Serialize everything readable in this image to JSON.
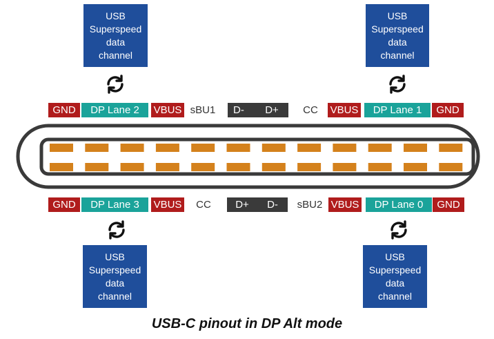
{
  "boxes": {
    "top_left": [
      "USB",
      "Superspeed",
      "data",
      "channel"
    ],
    "top_right": [
      "USB",
      "Superspeed",
      "data",
      "channel"
    ],
    "bottom_left": [
      "USB",
      "Superspeed",
      "data",
      "channel"
    ],
    "bottom_right": [
      "USB",
      "Superspeed",
      "data",
      "channel"
    ]
  },
  "top_row": {
    "gnd_left": "GND",
    "dp_lane_2": "DP Lane 2",
    "vbus_left": "VBUS",
    "sbu1": "sBU1",
    "d_minus": "D-",
    "d_plus": "D+",
    "cc": "CC",
    "vbus_right": "VBUS",
    "dp_lane_1": "DP Lane 1",
    "gnd_right": "GND"
  },
  "bottom_row": {
    "gnd_left": "GND",
    "dp_lane_3": "DP Lane 3",
    "vbus_left": "VBUS",
    "cc": "CC",
    "d_plus": "D+",
    "d_minus": "D-",
    "sbu2": "sBU2",
    "vbus_right": "VBUS",
    "dp_lane_0": "DP Lane 0",
    "gnd_right": "GND"
  },
  "caption": "USB-C pinout in DP Alt mode",
  "colors": {
    "box": "#1f4e9b",
    "gnd_vbus": "#b01c1c",
    "dp_lane": "#1aa39a",
    "data_pins": "#3a3a3a",
    "contacts": "#d4811c"
  },
  "icons": [
    "sync-icon"
  ],
  "contacts_per_row": 12
}
